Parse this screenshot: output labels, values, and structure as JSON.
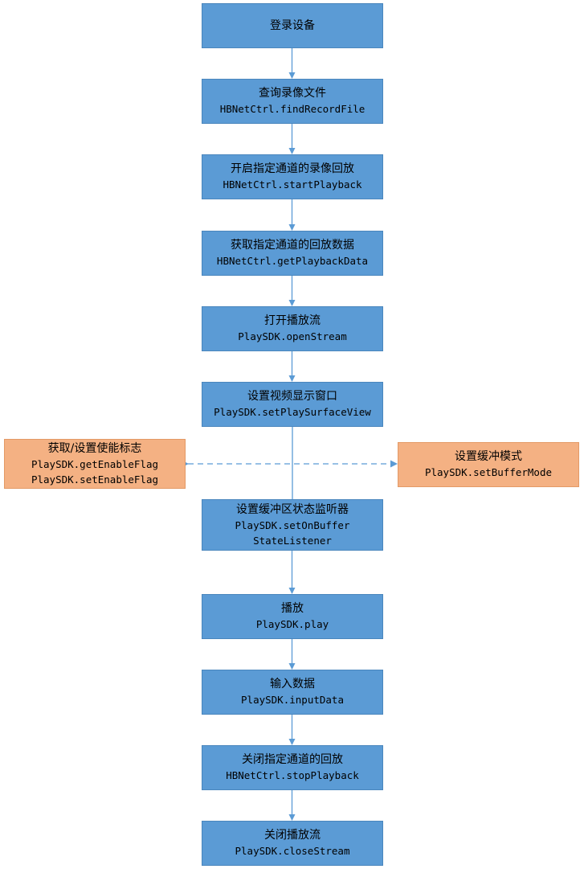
{
  "colors": {
    "main_box": "#5b9bd5",
    "side_box": "#f4b183",
    "connector": "#5b9bd5"
  },
  "steps": [
    {
      "title": "登录设备",
      "lines": []
    },
    {
      "title": "查询录像文件",
      "lines": [
        "HBNetCtrl.findRecordFile"
      ]
    },
    {
      "title": "开启指定通道的录像回放",
      "lines": [
        "HBNetCtrl.startPlayback"
      ]
    },
    {
      "title": "获取指定通道的回放数据",
      "lines": [
        "HBNetCtrl.getPlaybackData"
      ]
    },
    {
      "title": "打开播放流",
      "lines": [
        "PlaySDK.openStream"
      ]
    },
    {
      "title": "设置视频显示窗口",
      "lines": [
        "PlaySDK.setPlaySurfaceView"
      ]
    },
    {
      "title": "设置缓冲区状态监听器",
      "lines": [
        "PlaySDK.setOnBuffer",
        "StateListener"
      ]
    },
    {
      "title": "播放",
      "lines": [
        "PlaySDK.play"
      ]
    },
    {
      "title": "输入数据",
      "lines": [
        "PlaySDK.inputData"
      ]
    },
    {
      "title": "关闭指定通道的回放",
      "lines": [
        "HBNetCtrl.stopPlayback"
      ]
    },
    {
      "title": "关闭播放流",
      "lines": [
        "PlaySDK.closeStream"
      ]
    }
  ],
  "side_left": {
    "title": "获取/设置使能标志",
    "lines": [
      "PlaySDK.getEnableFlag",
      "PlaySDK.setEnableFlag"
    ]
  },
  "side_right": {
    "title": "设置缓冲模式",
    "lines": [
      "PlaySDK.setBufferMode"
    ]
  }
}
